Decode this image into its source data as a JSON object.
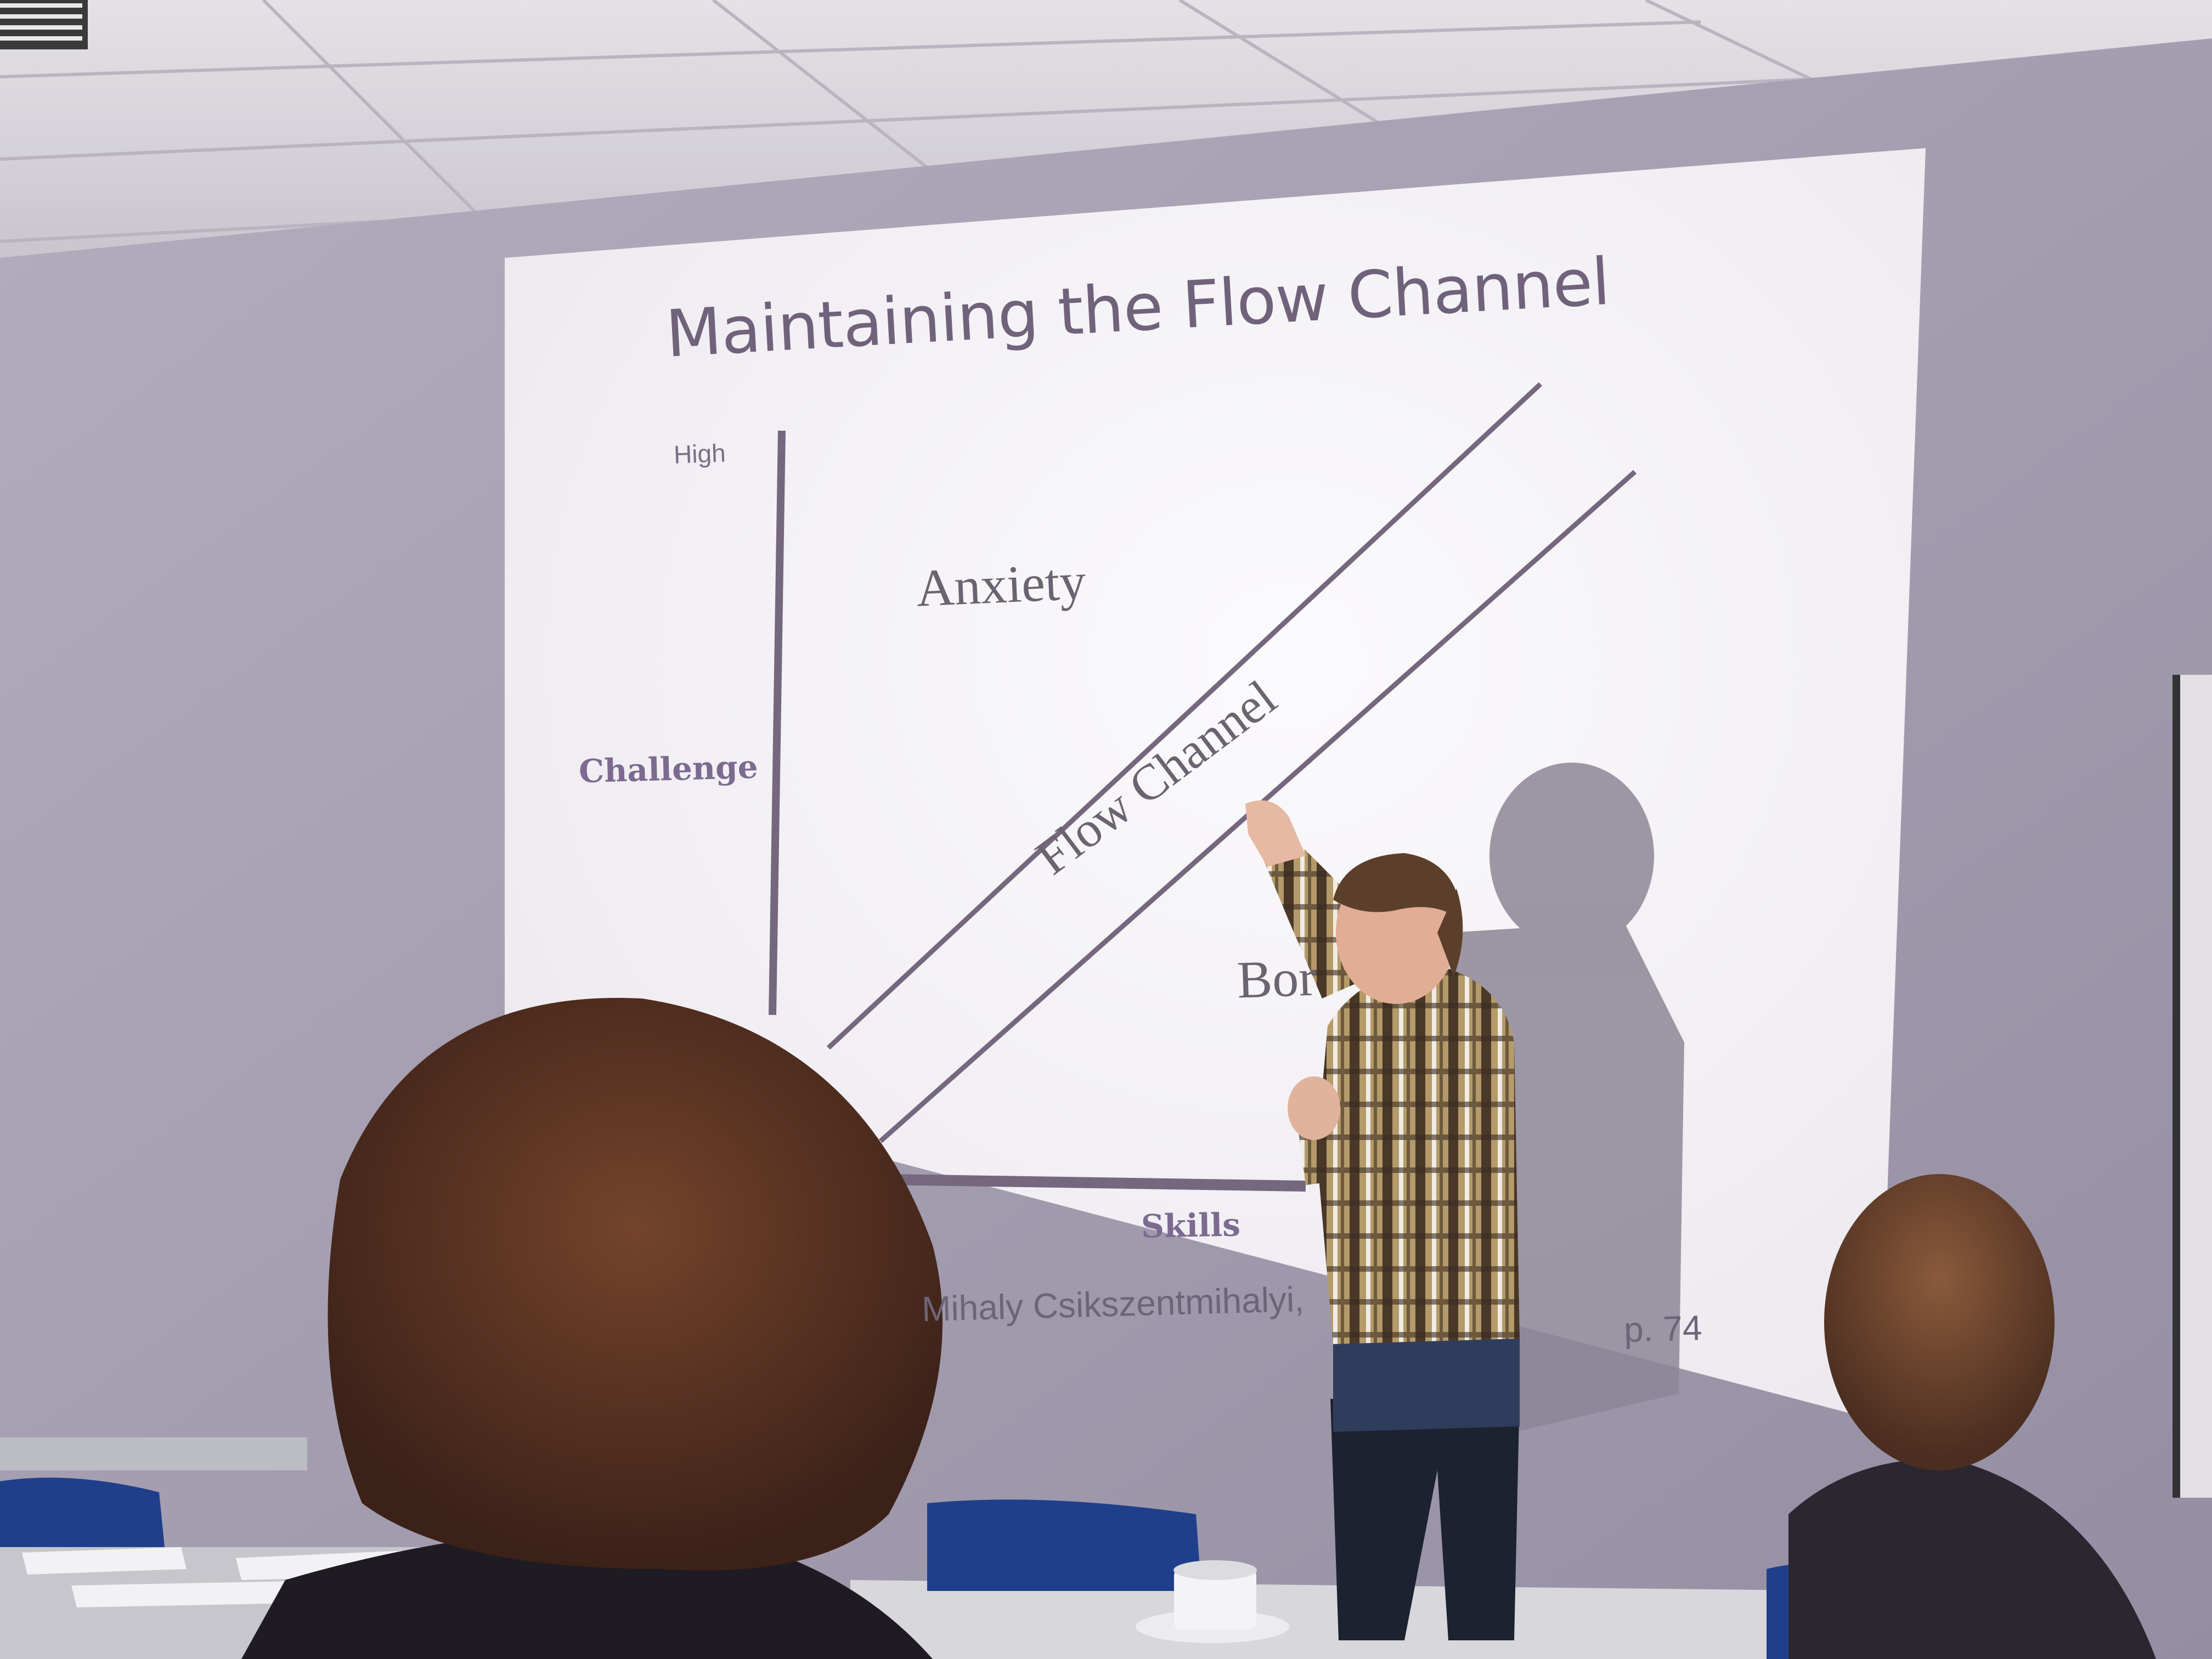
{
  "slide": {
    "title": "Maintaining the Flow Channel",
    "y_high_label": "High",
    "y_axis_label": "Challenge",
    "x_axis_label": "Skills",
    "region_anxiety": "Anxiety",
    "region_flow": "Flow Channel",
    "region_boredom_partial": "Bor",
    "citation_left": "Mihaly Csikszentmihalyi,",
    "citation_right": "p. 74"
  },
  "colors": {
    "wall": "#a8a1b3",
    "ceiling": "#d9d6dc",
    "screen": "#f6f4f7",
    "slide_text": "#6c6370",
    "accent_purple": "#7d6a90",
    "hair_front": "#5a3424",
    "shirt_plaid": "#8a6a3c"
  }
}
